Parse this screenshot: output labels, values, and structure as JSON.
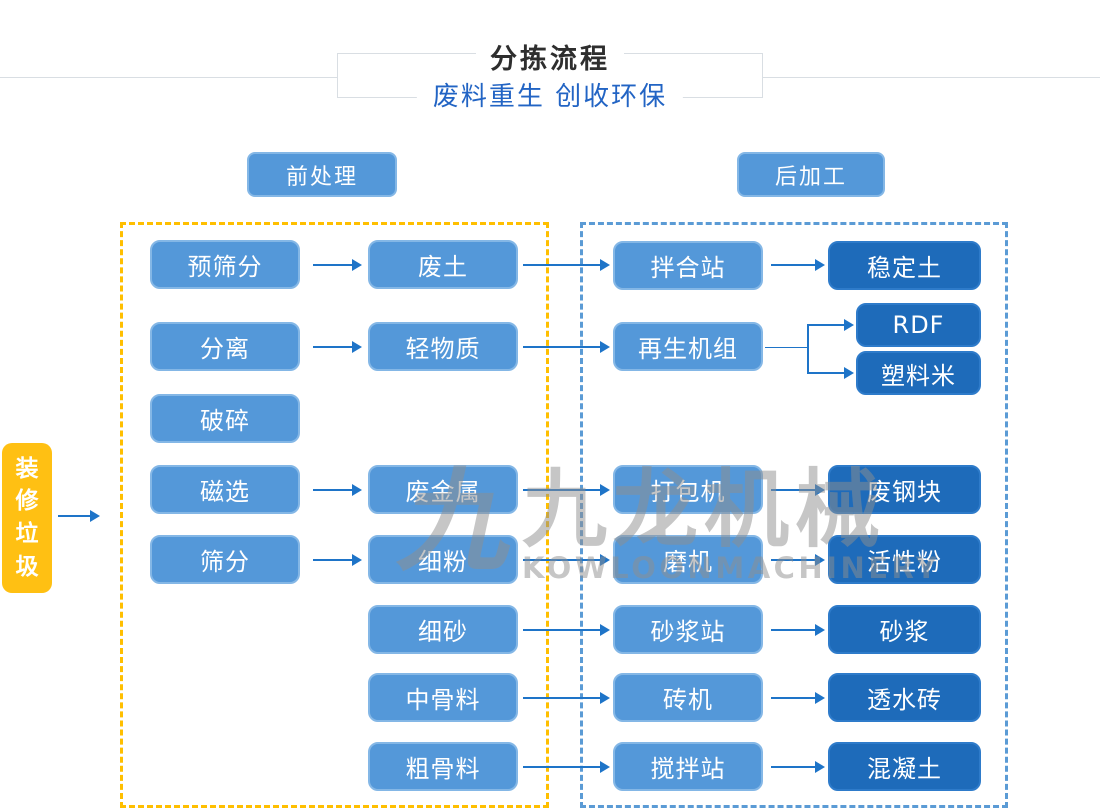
{
  "header": {
    "title": "分拣流程",
    "subtitle": "废料重生 创收环保"
  },
  "sections": {
    "pre_label": "前处理",
    "post_label": "后加工"
  },
  "source_label": "装修垃圾",
  "watermark": {
    "logo_glyph": "九",
    "name": "九龙机械",
    "latin": "KOWLOONMACHINERY"
  },
  "colors": {
    "light-fill": "#5498D9",
    "light-border": "#84B7E6",
    "dark-fill": "#1E6BBA",
    "dark-border": "#2E7BCA",
    "yellow": "#FFC013",
    "dash-yellow": "#FFBF00",
    "dash-blue": "#5B9BD5",
    "arrow": "#1E74C8",
    "subtitle-blue": "#2264C4",
    "title-dark": "#2E2E2E",
    "line-gray": "#D9DEE3"
  },
  "nodes": {
    "pre_screening": "预筛分",
    "waste_soil": "废土",
    "mixing_station": "拌合站",
    "stabilized_soil": "稳定土",
    "separation": "分离",
    "light_material": "轻物质",
    "regen_unit": "再生机组",
    "rdf": "RDF",
    "plastic_pellets": "塑料米",
    "crushing": "破碎",
    "magnetic": "磁选",
    "scrap_metal": "废金属",
    "baler": "打包机",
    "scrap_steel": "废钢块",
    "screening": "筛分",
    "fine_powder": "细粉",
    "mill": "磨机",
    "active_powder": "活性粉",
    "fine_sand": "细砂",
    "mortar_station": "砂浆站",
    "mortar": "砂浆",
    "mid_aggregate": "中骨料",
    "brick_machine": "砖机",
    "permeable_brick": "透水砖",
    "coarse_aggregate": "粗骨料",
    "mixing_plant": "搅拌站",
    "concrete": "混凝土"
  }
}
